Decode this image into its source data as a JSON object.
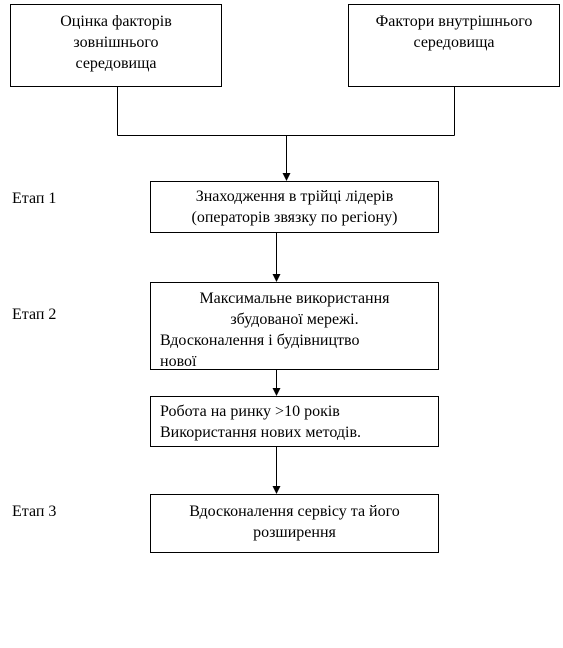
{
  "top_boxes": {
    "external": [
      "Оцінка факторів",
      "зовнішнього",
      "середовища"
    ],
    "internal": [
      "Фактори внутрішнього",
      "середовища"
    ]
  },
  "stages": {
    "stage1": "Етап 1",
    "stage2": "Етап 2",
    "stage3": "Етап 3"
  },
  "steps": {
    "leaders": [
      "Знаходження в трійці лідерів",
      "(операторів звязку по регіону)"
    ],
    "network": [
      "Максимальне використання",
      "збудованої мережі.",
      "Вдосконалення і будівництво",
      "нової"
    ],
    "market": [
      "Робота на ринку >10 років",
      "Використання нових методів."
    ],
    "service": [
      "Вдосконалення сервісу та його",
      "розширення"
    ]
  }
}
